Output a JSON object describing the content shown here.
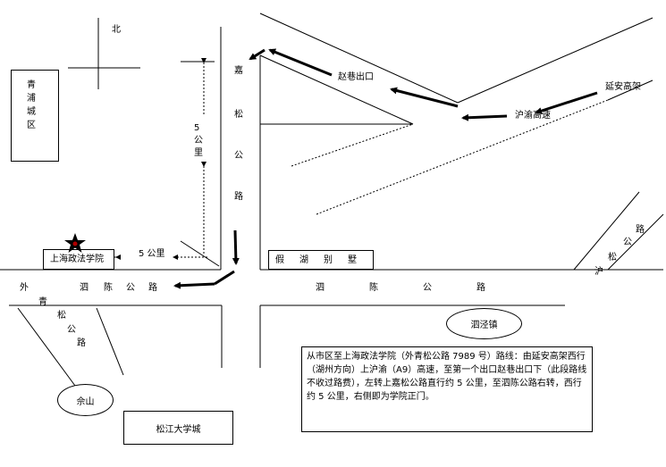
{
  "map": {
    "north": "北",
    "qingpu": "青浦城区",
    "road_jiasong_chars": [
      "嘉",
      "松",
      "公",
      "路"
    ],
    "five_km_vertical": [
      "5",
      "公",
      "里"
    ],
    "five_km_horizontal": "5 公里",
    "zhao_exit": "赵巷出口",
    "yanan": "延安高架",
    "huyu": "沪渝高速",
    "school": "上海政法学院",
    "villa_chars": [
      "假",
      "湖",
      "别",
      "墅"
    ],
    "wai_si_road_chars": [
      "外",
      "泗",
      "陈",
      "公",
      "路"
    ],
    "si_road_right_chars": [
      "泗",
      "陈",
      "公",
      "路"
    ],
    "husong_chars": [
      "沪",
      "松",
      "公",
      "路"
    ],
    "qingsong_chars": [
      "青",
      "松",
      "公",
      "路"
    ],
    "sijing": "泗泾镇",
    "sheshan": "佘山",
    "university_town": "松江大学城",
    "route_text": "从市区至上海政法学院（外青松公路 7989 号）路线：由延安高架西行（湖州方向）上沪渝（A9）高速，至第一个出口赵巷出口下（此段路线不收过路费），左转上嘉松公路直行约 5 公里，至泗陈公路右转，西行约 5 公里，右侧即为学院正门。",
    "colors": {
      "star": "#b00000",
      "line": "#000000"
    }
  }
}
